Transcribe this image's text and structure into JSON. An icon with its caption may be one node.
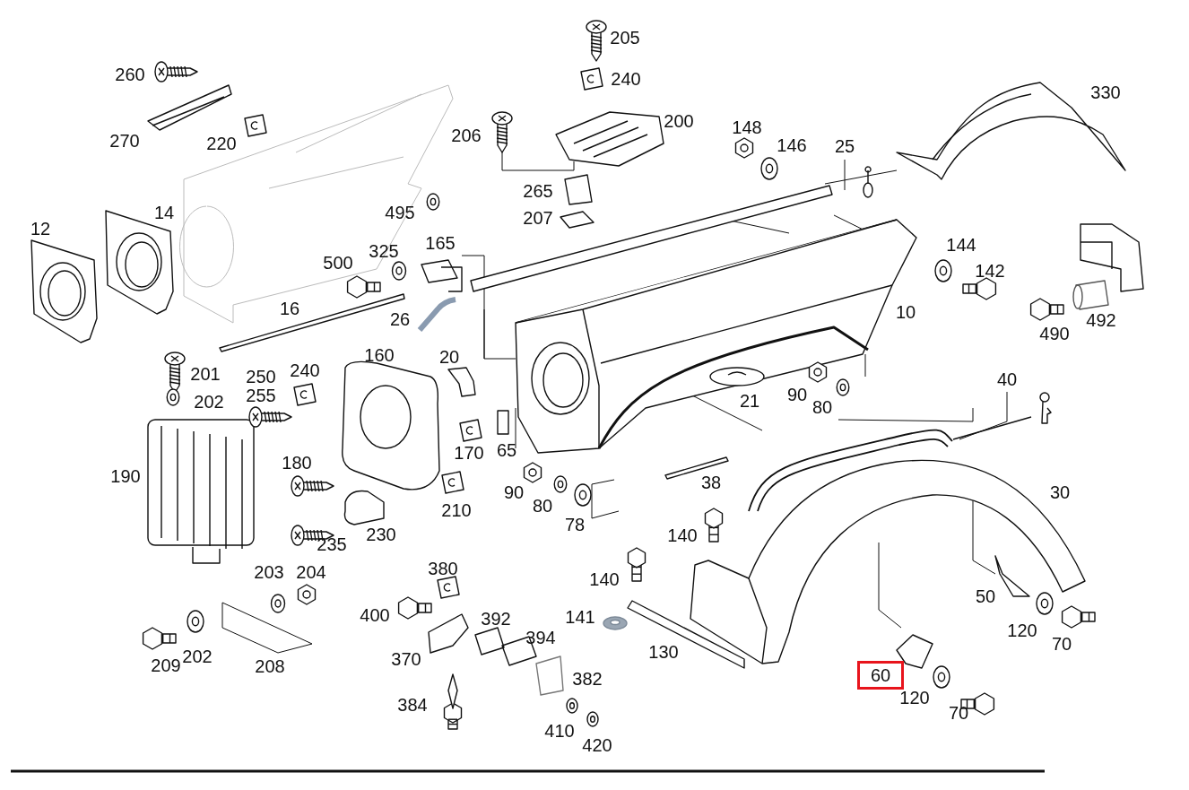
{
  "diagram": {
    "nodes": [
      {
        "text": [
          "60"
        ]
      }
    ],
    "labels": [
      "205",
      "260",
      "240",
      "330",
      "200",
      "148",
      "206",
      "270",
      "220",
      "146",
      "25",
      "265",
      "495",
      "207",
      "14",
      "12",
      "165",
      "325",
      "144",
      "500",
      "142",
      "16",
      "26",
      "10",
      "492",
      "490",
      "160",
      "20",
      "240",
      "201",
      "250",
      "40",
      "255",
      "202",
      "21",
      "90",
      "80",
      "65",
      "170",
      "190",
      "180",
      "90",
      "30",
      "38",
      "80",
      "210",
      "78",
      "230",
      "235",
      "140",
      "380",
      "203",
      "204",
      "140",
      "50",
      "400",
      "392",
      "141",
      "394",
      "120",
      "70",
      "370",
      "202",
      "209",
      "208",
      "130",
      "382",
      "120",
      "70",
      "384",
      "410",
      "420"
    ]
  }
}
